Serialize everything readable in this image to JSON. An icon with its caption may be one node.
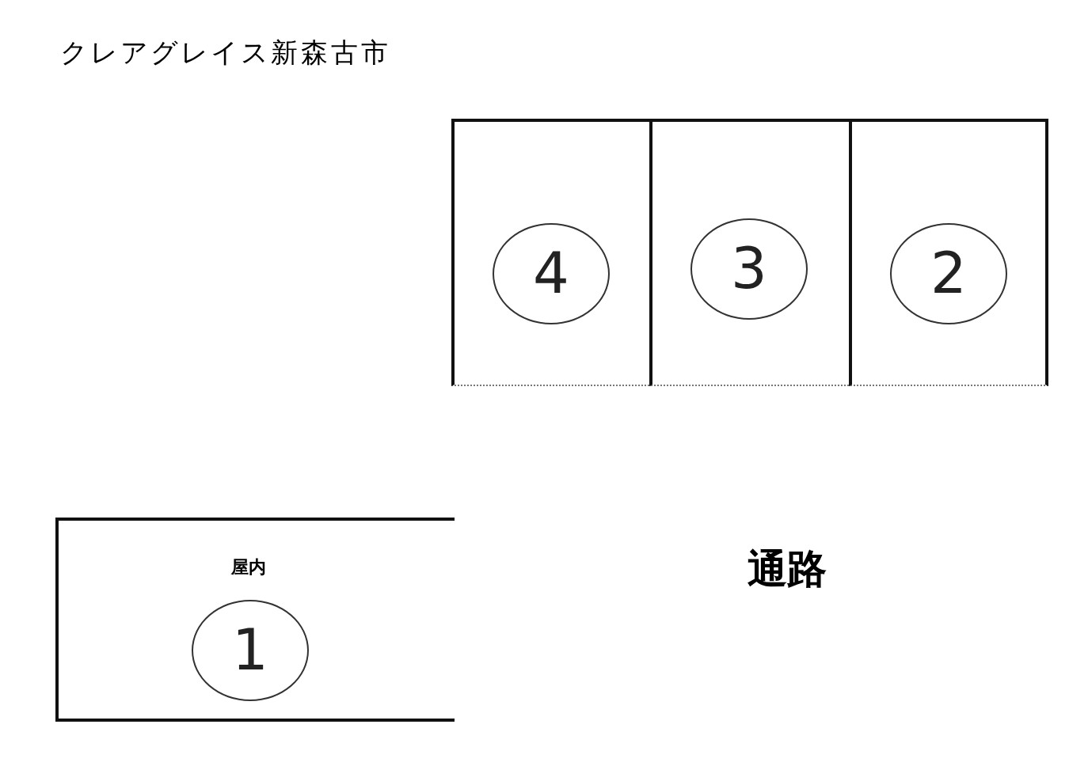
{
  "diagram": {
    "title": "クレアグレイス新森古市",
    "nodes": [
      {
        "text": [],
        "shape": "box"
      },
      {
        "text": [
          "4"
        ],
        "in": 0
      },
      {
        "text": [],
        "shape": "box"
      },
      {
        "text": [
          "3"
        ],
        "in": 2
      },
      {
        "text": [],
        "shape": "box"
      },
      {
        "text": [
          "2"
        ],
        "in": 4
      },
      {
        "text": [
          "屋内"
        ]
      },
      {
        "text": [
          "1"
        ],
        "in": 6
      }
    ],
    "edges": [],
    "labels": [
      "通路"
    ]
  }
}
